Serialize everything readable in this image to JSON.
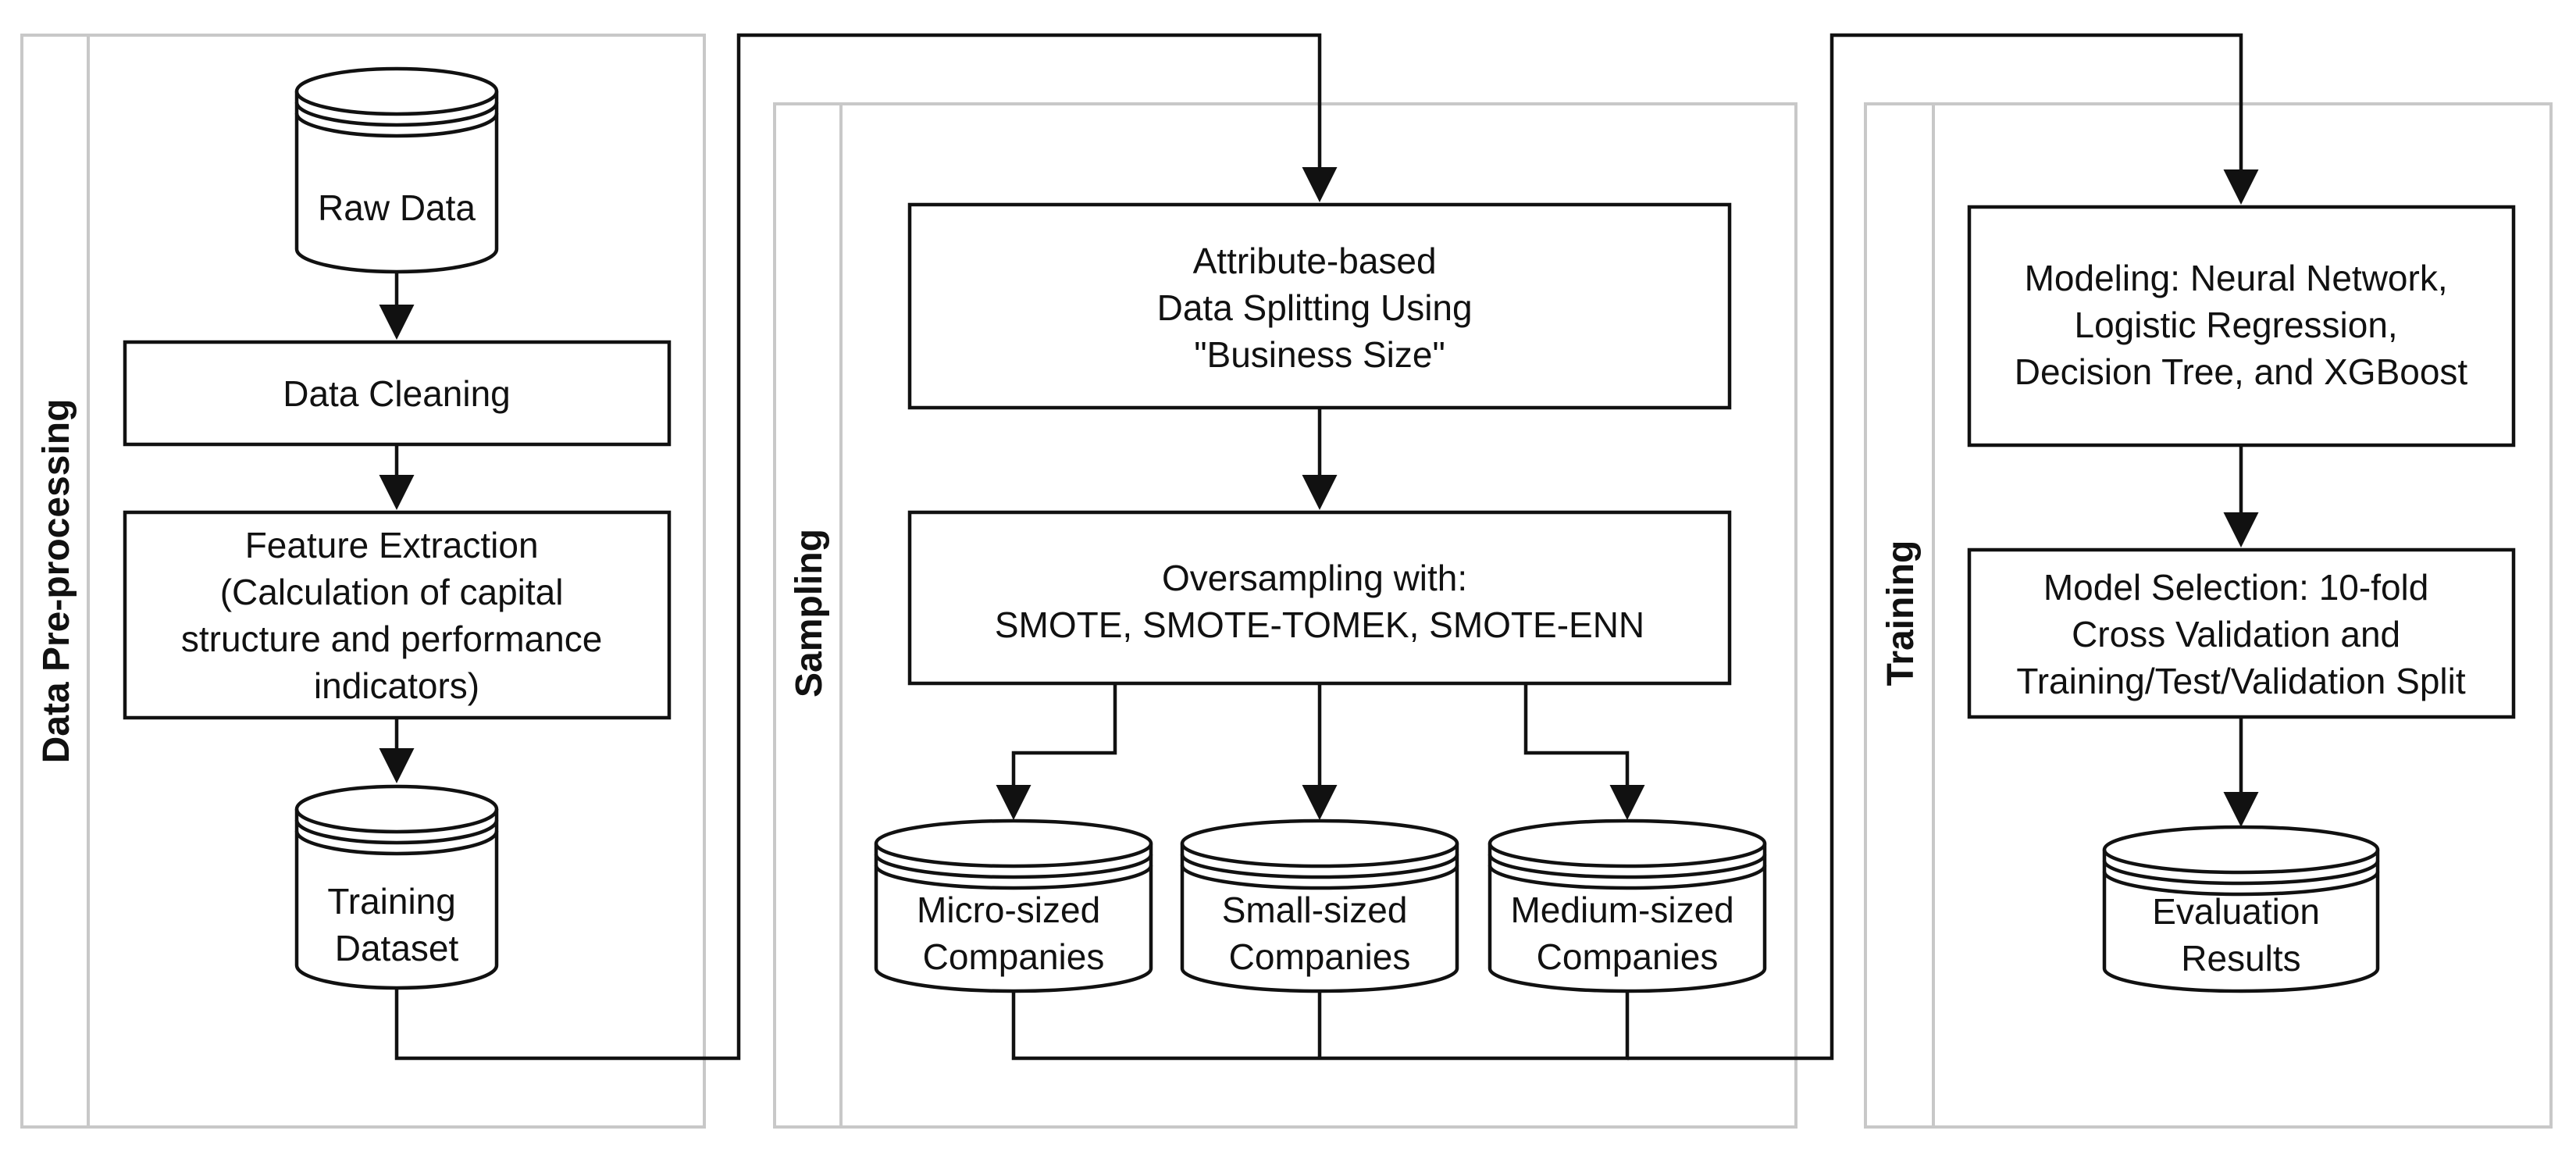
{
  "lanes": {
    "preprocessing": "Data Pre-processing",
    "sampling": "Sampling",
    "training": "Training"
  },
  "nodes": {
    "raw_data": [
      "Raw Data"
    ],
    "data_cleaning": [
      "Data Cleaning"
    ],
    "feature_extraction": [
      "Feature Extraction",
      "(Calculation of capital",
      "structure and performance",
      "indicators)"
    ],
    "training_dataset": [
      "Training",
      "Dataset"
    ],
    "attribute_split": [
      "Attribute-based",
      "Data Splitting Using",
      "\"Business Size\""
    ],
    "oversampling": [
      "Oversampling with:",
      "SMOTE, SMOTE-TOMEK, SMOTE-ENN"
    ],
    "micro": [
      "Micro-sized",
      "Companies"
    ],
    "small": [
      "Small-sized",
      "Companies"
    ],
    "medium": [
      "Medium-sized",
      "Companies"
    ],
    "modeling": [
      "Modeling: Neural Network,",
      "Logistic Regression,",
      "Decision Tree, and XGBoost"
    ],
    "model_selection": [
      "Model Selection: 10-fold",
      "Cross Validation and",
      "Training/Test/Validation Split"
    ],
    "evaluation": [
      "Evaluation",
      "Results"
    ]
  }
}
